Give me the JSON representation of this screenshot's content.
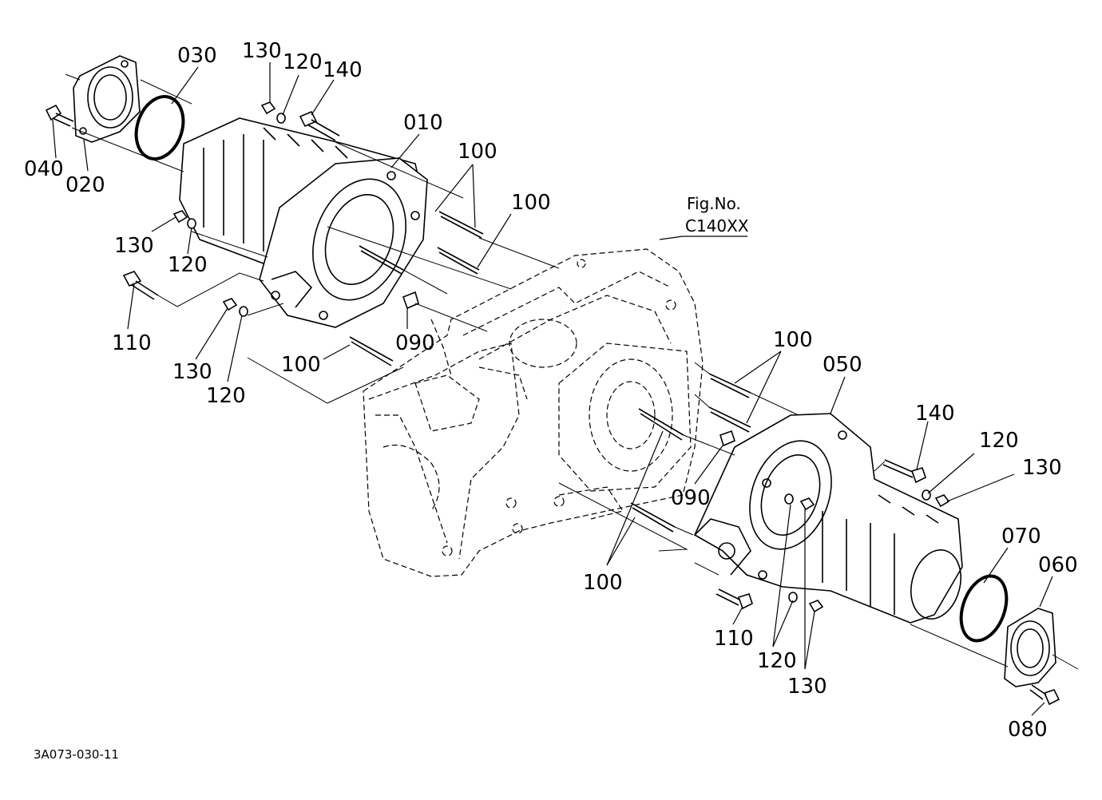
{
  "figure": {
    "ref_label": "Fig.No.",
    "ref_code": "C140XX",
    "drawing_code": "3A073-030-11"
  },
  "callouts": [
    {
      "id": "c-030",
      "text": "030"
    },
    {
      "id": "c-130-a",
      "text": "130"
    },
    {
      "id": "c-120-a",
      "text": "120"
    },
    {
      "id": "c-140-a",
      "text": "140"
    },
    {
      "id": "c-010",
      "text": "010"
    },
    {
      "id": "c-040",
      "text": "040"
    },
    {
      "id": "c-020",
      "text": "020"
    },
    {
      "id": "c-100-a",
      "text": "100"
    },
    {
      "id": "c-100-b",
      "text": "100"
    },
    {
      "id": "c-130-b",
      "text": "130"
    },
    {
      "id": "c-120-b",
      "text": "120"
    },
    {
      "id": "c-110-a",
      "text": "110"
    },
    {
      "id": "c-090-a",
      "text": "090"
    },
    {
      "id": "c-100-c",
      "text": "100"
    },
    {
      "id": "c-130-c",
      "text": "130"
    },
    {
      "id": "c-120-c",
      "text": "120"
    },
    {
      "id": "c-100-d",
      "text": "100"
    },
    {
      "id": "c-050",
      "text": "050"
    },
    {
      "id": "c-140-b",
      "text": "140"
    },
    {
      "id": "c-120-d",
      "text": "120"
    },
    {
      "id": "c-130-d",
      "text": "130"
    },
    {
      "id": "c-090-b",
      "text": "090"
    },
    {
      "id": "c-070",
      "text": "070"
    },
    {
      "id": "c-060",
      "text": "060"
    },
    {
      "id": "c-100-e",
      "text": "100"
    },
    {
      "id": "c-110-b",
      "text": "110"
    },
    {
      "id": "c-120-e",
      "text": "120"
    },
    {
      "id": "c-130-e",
      "text": "130"
    },
    {
      "id": "c-080",
      "text": "080"
    }
  ]
}
